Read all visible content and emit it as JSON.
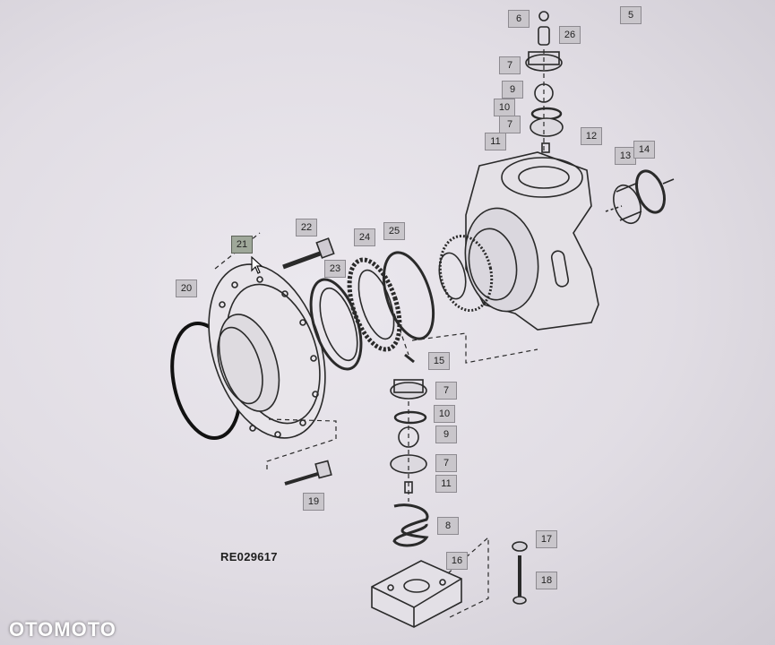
{
  "drawing_number": "RE029617",
  "watermark": "OTOMOTO",
  "callouts": {
    "c6": "6",
    "c5": "5",
    "c26": "26",
    "c7a": "7",
    "c9a": "9",
    "c10a": "10",
    "c7b": "7",
    "c11a": "11",
    "c12": "12",
    "c13": "13",
    "c14": "14",
    "c22": "22",
    "c21": "21",
    "c24": "24",
    "c25": "25",
    "c20": "20",
    "c23": "23",
    "c15": "15",
    "c7c": "7",
    "c10b": "10",
    "c9b": "9",
    "c7d": "7",
    "c11b": "11",
    "c19": "19",
    "c8": "8",
    "c17": "17",
    "c16": "16",
    "c18": "18"
  },
  "highlighted_callout": "21"
}
